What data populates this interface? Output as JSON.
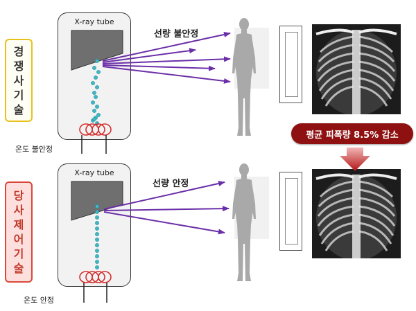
{
  "top": {
    "side_label": "경쟁사기술",
    "tube_title": "X-ray tube",
    "dose_label": "선량 불안정",
    "temp_label": "온도 불안정"
  },
  "bottom": {
    "side_label": "당사제어기술",
    "tube_title": "X-ray tube",
    "dose_label": "선량 안정",
    "temp_label": "온도 안정"
  },
  "result": {
    "reduction_label": "평균 피폭량 8.5% 감소"
  },
  "colors": {
    "beam": "#6a2fa8",
    "electron": "#3fb7c4",
    "coil": "#d43030",
    "badge": "#8e1010",
    "top_border": "#e7c21a",
    "bottom_border": "#d9483b"
  }
}
